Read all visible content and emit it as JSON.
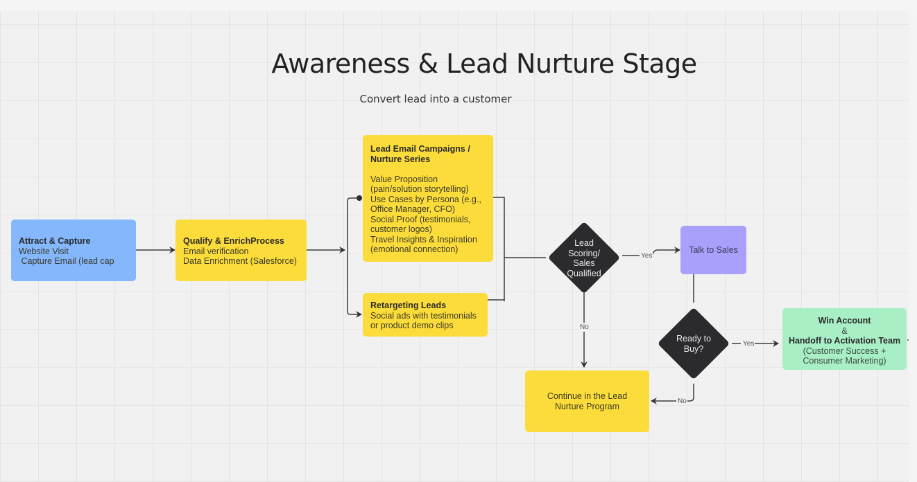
{
  "board": {
    "title": "Awareness & Lead Nurture Stage",
    "subtitle": "Convert lead into a customer"
  },
  "colors": {
    "capture": "#84b7fb",
    "process": "#fcdc3a",
    "sales": "#a9a0fb",
    "win": "#a8efc5",
    "decision": "#2b2b2e",
    "connector": "#3c3c3c"
  },
  "nodes": {
    "attract": {
      "title": "Attract & Capture",
      "lines": [
        "Website Visit",
        " Capture Email (lead cap"
      ]
    },
    "qualify": {
      "title": "Qualify & EnrichProcess",
      "lines": [
        "Email verification",
        "Data Enrichment (Salesforce)"
      ]
    },
    "email_campaigns": {
      "title_lines": [
        "Lead Email Campaigns /",
        "Nurture Series"
      ],
      "lines": [
        "Value Proposition",
        "(pain/solution storytelling)",
        "Use Cases by Persona (e.g.,",
        "Office Manager, CFO)",
        "Social Proof (testimonials,",
        "customer logos)",
        "Travel Insights & Inspiration",
        "(emotional connection)"
      ]
    },
    "retargeting": {
      "title": "Retargeting Leads",
      "lines": [
        "Social ads with testimonials",
        "or product demo clips"
      ]
    },
    "lead_scoring": {
      "lines": [
        "Lead",
        "Scoring/",
        "Sales",
        "Qualified"
      ]
    },
    "talk_to_sales": {
      "label": "Talk to Sales"
    },
    "ready_to_buy": {
      "lines": [
        "Ready to",
        "Buy?"
      ]
    },
    "win_account": {
      "title": "Win Account",
      "amp": "&",
      "title2": "Handoff to Activation Team",
      "lines": [
        "(Customer Success +",
        "Consumer Marketing)"
      ]
    },
    "continue_nurture": {
      "lines": [
        "Continue in the Lead",
        "Nurture Program"
      ]
    }
  },
  "edges": {
    "scoring_yes": "Yes",
    "scoring_no": "No",
    "buy_yes": "Yes",
    "buy_no": "No"
  }
}
